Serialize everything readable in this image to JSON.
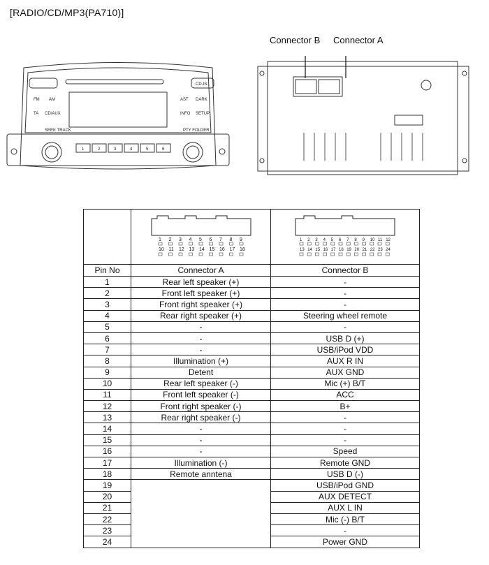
{
  "title": "[RADIO/CD/MP3(PA710)]",
  "connector_b_label": "Connector  B",
  "connector_a_label": "Connector A",
  "front_panel": {
    "buttons": [
      "FM",
      "AM",
      "TA",
      "CD/AUX",
      "AST",
      "DARK",
      "INFO",
      "SETUP",
      "SEEK TRACK",
      "PTY FOLDER",
      "1",
      "2",
      "3",
      "4",
      "5",
      "6",
      "CD-IN"
    ]
  },
  "table": {
    "headers": [
      "Pin No",
      "Connector A",
      "Connector B"
    ],
    "connector_a_pins_top": [
      "1",
      "2",
      "3",
      "4",
      "5",
      "6",
      "7",
      "8",
      "9"
    ],
    "connector_a_pins_bottom": [
      "10",
      "11",
      "12",
      "13",
      "14",
      "15",
      "16",
      "17",
      "18"
    ],
    "connector_b_pins_top": [
      "1",
      "2",
      "3",
      "4",
      "5",
      "6",
      "7",
      "8",
      "9",
      "10",
      "11",
      "12"
    ],
    "connector_b_pins_bottom": [
      "13",
      "14",
      "15",
      "16",
      "17",
      "18",
      "19",
      "20",
      "21",
      "22",
      "23",
      "24"
    ],
    "rows": [
      {
        "pin": "1",
        "a": "Rear left speaker (+)",
        "b": "-"
      },
      {
        "pin": "2",
        "a": "Front left speaker (+)",
        "b": "-"
      },
      {
        "pin": "3",
        "a": "Front right speaker (+)",
        "b": "-"
      },
      {
        "pin": "4",
        "a": "Rear right speaker (+)",
        "b": "Steering wheel remote"
      },
      {
        "pin": "5",
        "a": "-",
        "b": "-"
      },
      {
        "pin": "6",
        "a": "-",
        "b": "USB D (+)"
      },
      {
        "pin": "7",
        "a": "-",
        "b": "USB/iPod VDD"
      },
      {
        "pin": "8",
        "a": "Illumination (+)",
        "b": "AUX R IN"
      },
      {
        "pin": "9",
        "a": "Detent",
        "b": "AUX GND"
      },
      {
        "pin": "10",
        "a": "Rear left speaker (-)",
        "b": "Mic (+) B/T"
      },
      {
        "pin": "11",
        "a": "Front left speaker (-)",
        "b": "ACC"
      },
      {
        "pin": "12",
        "a": "Front right speaker (-)",
        "b": "B+"
      },
      {
        "pin": "13",
        "a": "Rear right speaker (-)",
        "b": "-"
      },
      {
        "pin": "14",
        "a": "-",
        "b": "-"
      },
      {
        "pin": "15",
        "a": "-",
        "b": "-"
      },
      {
        "pin": "16",
        "a": "-",
        "b": "Speed"
      },
      {
        "pin": "17",
        "a": "Illumination (-)",
        "b": "Remote GND"
      },
      {
        "pin": "18",
        "a": "Remote anntena",
        "b": "USB D (-)"
      },
      {
        "pin": "19",
        "a": "",
        "b": "USB/iPod GND"
      },
      {
        "pin": "20",
        "a": "",
        "b": "AUX DETECT"
      },
      {
        "pin": "21",
        "a": "",
        "b": "AUX L IN"
      },
      {
        "pin": "22",
        "a": "",
        "b": "Mic (-) B/T"
      },
      {
        "pin": "23",
        "a": "",
        "b": "-"
      },
      {
        "pin": "24",
        "a": "",
        "b": "Power GND"
      }
    ]
  }
}
